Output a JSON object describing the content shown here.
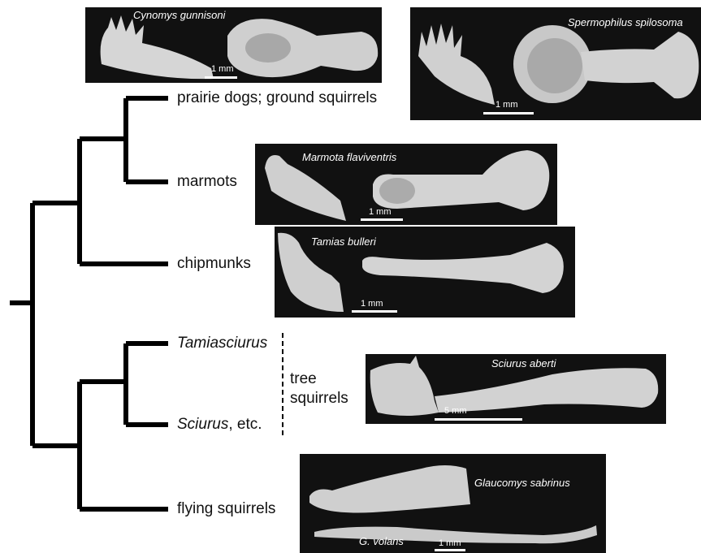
{
  "tree": {
    "taxa": [
      {
        "label": "prairie dogs; ground squirrels",
        "italic": false
      },
      {
        "label": "marmots",
        "italic": false
      },
      {
        "label": "chipmunks",
        "italic": false
      },
      {
        "label_italic": "Tamiasciurus"
      },
      {
        "label_italic": "Sciurus",
        "label_suffix": ", etc."
      },
      {
        "label": "flying squirrels",
        "italic": false
      }
    ],
    "group": {
      "line1": "tree",
      "line2": "squirrels"
    }
  },
  "photos": [
    {
      "species": "Cynomys gunnisoni",
      "scale": "1 mm"
    },
    {
      "species": "Spermophilus spilosoma",
      "scale": "1 mm"
    },
    {
      "species": "Marmota flaviventris",
      "scale": "1 mm"
    },
    {
      "species": "Tamias bulleri",
      "scale": "1 mm"
    },
    {
      "species": "Sciurus aberti",
      "scale": "5 mm"
    },
    {
      "species": "Glaucomys sabrinus",
      "species2": "G. volans",
      "scale": "1 mm"
    }
  ],
  "colors": {
    "branch": "#000000",
    "photo_bg": "#111111",
    "bone": "#d8d8d8"
  }
}
